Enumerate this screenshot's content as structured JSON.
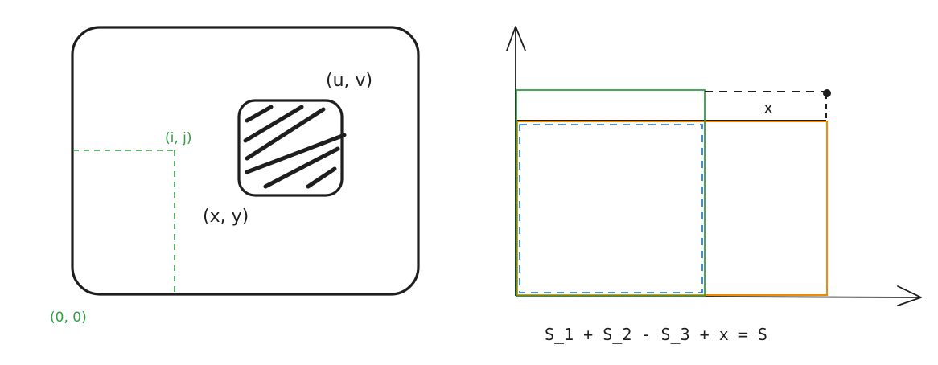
{
  "left_diagram": {
    "label_uv": "(u, v)",
    "label_ij": "(i, j)",
    "label_xy": "(x, y)",
    "label_origin": "(0, 0)"
  },
  "right_diagram": {
    "label_x": "x",
    "formula": "S_1 + S_2 - S_3 + x = S"
  },
  "colors": {
    "ink": "#1e1e1e",
    "green": "#2f9e44",
    "orange": "#f08c00",
    "blue": "#1971c2"
  }
}
